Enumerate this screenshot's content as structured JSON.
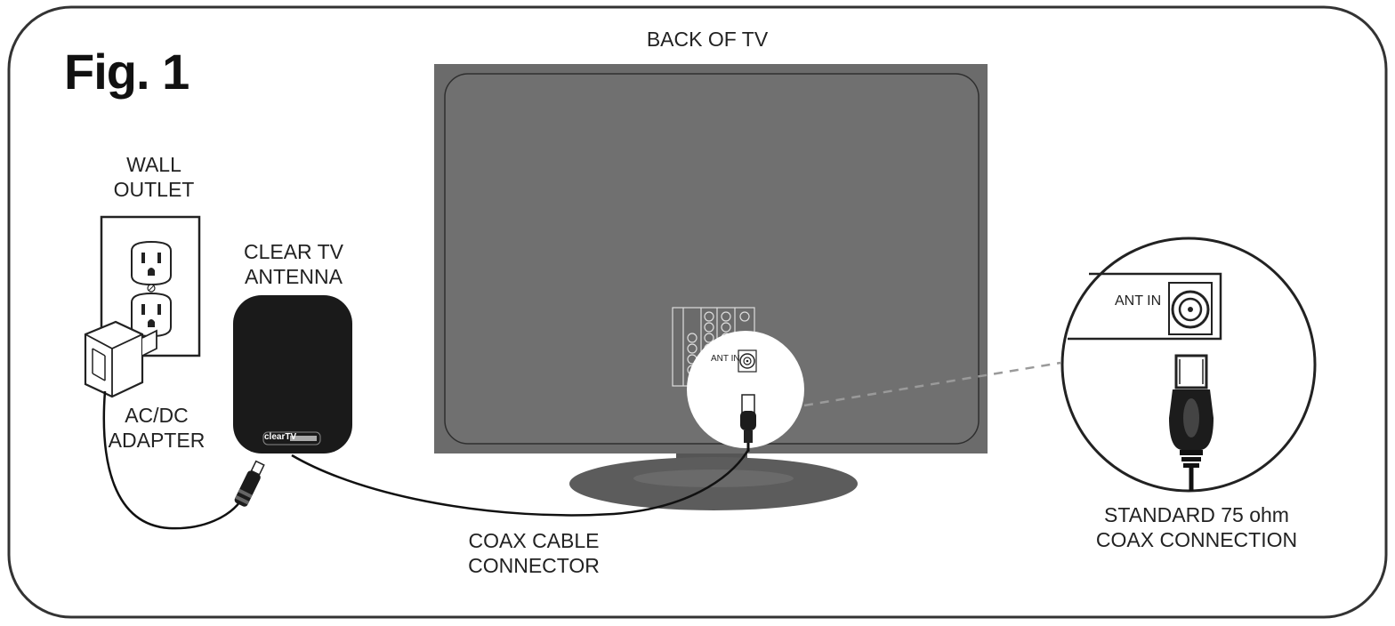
{
  "figure": {
    "title": "Fig. 1"
  },
  "labels": {
    "back_of_tv": "BACK OF TV",
    "wall_outlet": [
      "WALL",
      "OUTLET"
    ],
    "antenna": [
      "CLEAR TV",
      "ANTENNA"
    ],
    "adapter": [
      "AC/DC",
      "ADAPTER"
    ],
    "coax_cable": [
      "COAX CABLE",
      "CONNECTOR"
    ],
    "standard_coax": [
      "STANDARD 75 ohm",
      "COAX CONNECTION"
    ],
    "ant_in_small": "ANT IN",
    "ant_in_large": "ANT IN",
    "brand": "clearTV"
  },
  "colors": {
    "tv_body": "#6b6b6b",
    "tv_screen": "#707070",
    "tv_stand": "#5c5c5c",
    "antenna": "#1a1a1a",
    "line": "#111111",
    "dashed": "#9a9a9a"
  }
}
